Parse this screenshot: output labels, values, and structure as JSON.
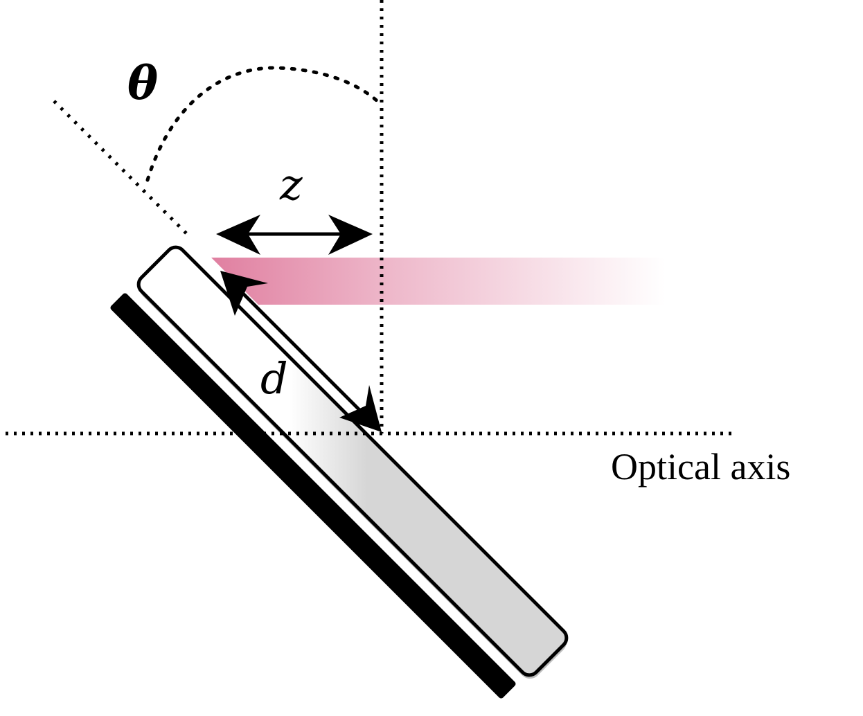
{
  "labels": {
    "theta": "θ",
    "z": "z",
    "d": "d",
    "optical_axis": "Optical axis"
  },
  "colors": {
    "beam": "#e07fa0",
    "plate_light": "#ffffff",
    "plate_dark": "#d8d8d8",
    "backing": "#000000",
    "shadow": "#bbbbbb"
  }
}
